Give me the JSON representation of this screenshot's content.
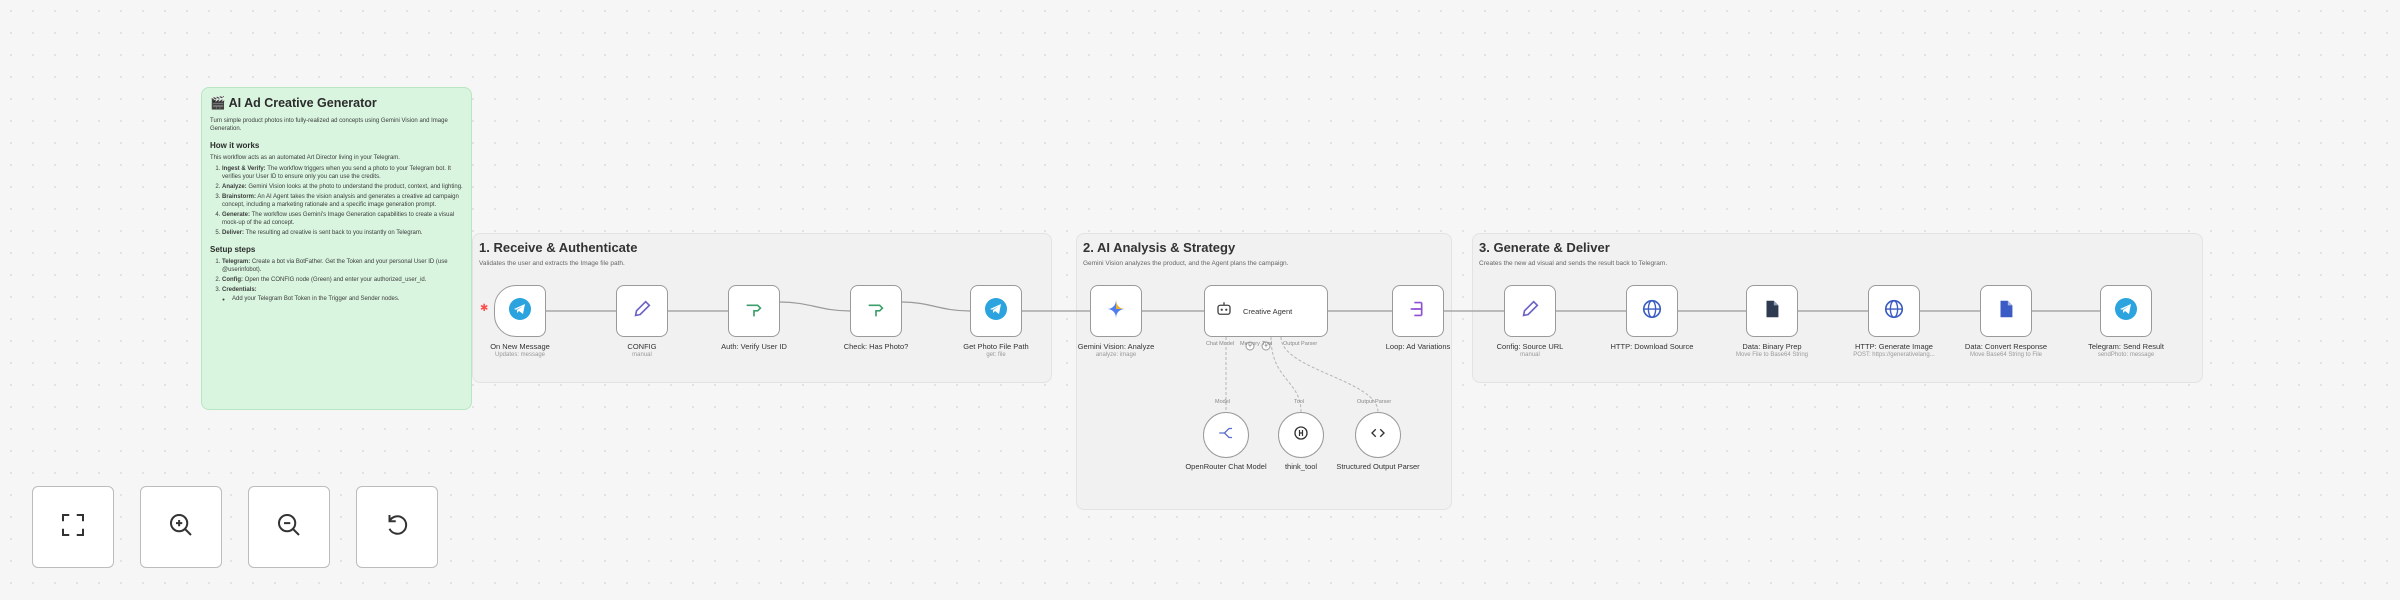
{
  "intro": {
    "title": "🎬 AI Ad Creative Generator",
    "subtitle": "Turn simple product photos into fully-realized ad concepts using Gemini Vision and Image Generation.",
    "how_heading": "How it works",
    "how_text": "This workflow acts as an automated Art Director living in your Telegram.",
    "steps": [
      {
        "bold": "Ingest & Verify:",
        "text": " The workflow triggers when you send a photo to your Telegram bot. It verifies your User ID to ensure only you can use the credits."
      },
      {
        "bold": "Analyze:",
        "text": " Gemini Vision looks at the photo to understand the product, context, and lighting."
      },
      {
        "bold": "Brainstorm:",
        "text": " An AI Agent takes the vision analysis and generates a creative ad campaign concept, including a marketing rationale and a specific image generation prompt."
      },
      {
        "bold": "Generate:",
        "text": " The workflow uses Gemini's Image Generation capabilities to create a visual mock-up of the ad concept."
      },
      {
        "bold": "Deliver:",
        "text": " The resulting ad creative is sent back to you instantly on Telegram."
      }
    ],
    "setup_heading": "Setup steps",
    "setup": [
      {
        "bold": "Telegram:",
        "text": " Create a bot via BotFather. Get the Token and your personal User ID (use @userinfobot)."
      },
      {
        "bold": "Config:",
        "text": " Open the CONFIG node (Green) and enter your authorized_user_id."
      },
      {
        "bold": "Credentials:",
        "text": ""
      }
    ],
    "setup_sub": "Add your Telegram Bot Token in the Trigger and Sender nodes."
  },
  "sections": {
    "s1": {
      "title": "1. Receive & Authenticate",
      "desc": "Validates the user and extracts the Image file path."
    },
    "s2": {
      "title": "2. AI Analysis & Strategy",
      "desc": "Gemini Vision analyzes the product, and the Agent plans the campaign."
    },
    "s3": {
      "title": "3. Generate & Deliver",
      "desc": "Creates the new ad visual and sends the result back to Telegram."
    }
  },
  "nodes": {
    "on_new_message": {
      "label": "On New Message",
      "sub": "Updates: message",
      "icon": "telegram-icon"
    },
    "config": {
      "label": "CONFIG",
      "sub": "manual",
      "icon": "pencil-icon"
    },
    "auth_verify": {
      "label": "Auth: Verify User ID",
      "sub": "",
      "icon": "if-branch-icon"
    },
    "check_photo": {
      "label": "Check: Has Photo?",
      "sub": "",
      "icon": "if-branch-icon"
    },
    "get_photo_path": {
      "label": "Get Photo File Path",
      "sub": "get: file",
      "icon": "telegram-icon"
    },
    "gemini_vision": {
      "label": "Gemini Vision: Analyze",
      "sub": "analyze: image",
      "icon": "gemini-icon"
    },
    "creative_agent": {
      "label": "Creative Agent",
      "sub": "",
      "icon": "robot-icon"
    },
    "loop_variations": {
      "label": "Loop: Ad Variations",
      "sub": "",
      "icon": "loop-icon"
    },
    "config_source_url": {
      "label": "Config: Source URL",
      "sub": "manual",
      "icon": "pencil-icon"
    },
    "http_download": {
      "label": "HTTP: Download Source",
      "sub": "",
      "icon": "globe-icon"
    },
    "data_binary_prep": {
      "label": "Data: Binary Prep",
      "sub": "Move File to Base64 String",
      "icon": "file-icon"
    },
    "http_generate": {
      "label": "HTTP: Generate Image",
      "sub": "POST: https://generativelang...",
      "icon": "globe-icon"
    },
    "data_convert": {
      "label": "Data: Convert Response",
      "sub": "Move Base64 String to File",
      "icon": "file-icon"
    },
    "telegram_send": {
      "label": "Telegram: Send Result",
      "sub": "sendPhoto: message",
      "icon": "telegram-icon"
    },
    "openrouter": {
      "label": "OpenRouter Chat Model",
      "icon": "openrouter-icon"
    },
    "think_tool": {
      "label": "think_tool",
      "icon": "tool-icon"
    },
    "output_parser": {
      "label": "Structured Output Parser",
      "icon": "code-icon"
    }
  },
  "ports": {
    "chat_model": "Chat Model",
    "memory": "Memory",
    "tool": "Tool",
    "output_parser": "Output Parser",
    "model": "Model",
    "tool_sub": "Tool",
    "parser_sub": "Output Parser"
  },
  "controls": {
    "fit": "fit-view-icon",
    "zoom_in": "zoom-in-icon",
    "zoom_out": "zoom-out-icon",
    "reset": "reset-icon"
  },
  "colors": {
    "telegram": "#2aa3df",
    "sticky_green": "#d9f5df",
    "connector": "#9a9a9a",
    "trigger_bolt": "#ff4d4d"
  }
}
